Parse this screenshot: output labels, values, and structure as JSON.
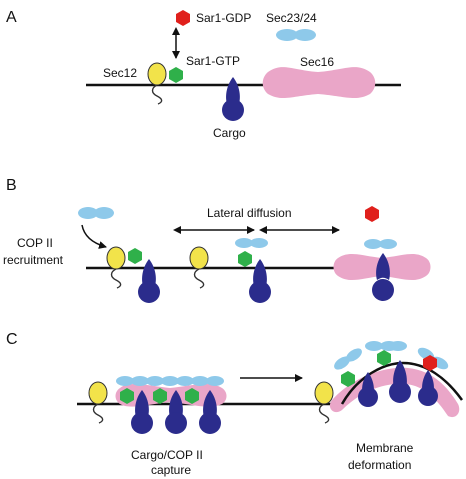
{
  "panels": {
    "a": "A",
    "b": "B",
    "c": "C"
  },
  "labels": {
    "sar1_gdp": "Sar1-GDP",
    "sec23_24": "Sec23/24",
    "sar1_gtp": "Sar1-GTP",
    "sec12": "Sec12",
    "sec16": "Sec16",
    "cargo": "Cargo",
    "lateral_diffusion": "Lateral diffusion",
    "cop2_line1": "COP II",
    "cop2_line2": "recruitment",
    "capture_line1": "Cargo/COP II",
    "capture_line2": "capture",
    "deform_line1": "Membrane",
    "deform_line2": "deformation"
  },
  "colors": {
    "membrane": "#111111",
    "sec12": "#f2e34a",
    "sar1_gtp": "#2fb04a",
    "sar1_gdp": "#e0201c",
    "sec23_24": "#8ec9ea",
    "sec16": "#eaa6c8",
    "cargo": "#2b2c8c"
  },
  "icons": {
    "sec12": "yellow-lollipop-shape",
    "sar1": "hexagon",
    "sec23_24": "double-oval",
    "sec16": "bone-shape",
    "cargo": "teardrop-with-ball"
  }
}
